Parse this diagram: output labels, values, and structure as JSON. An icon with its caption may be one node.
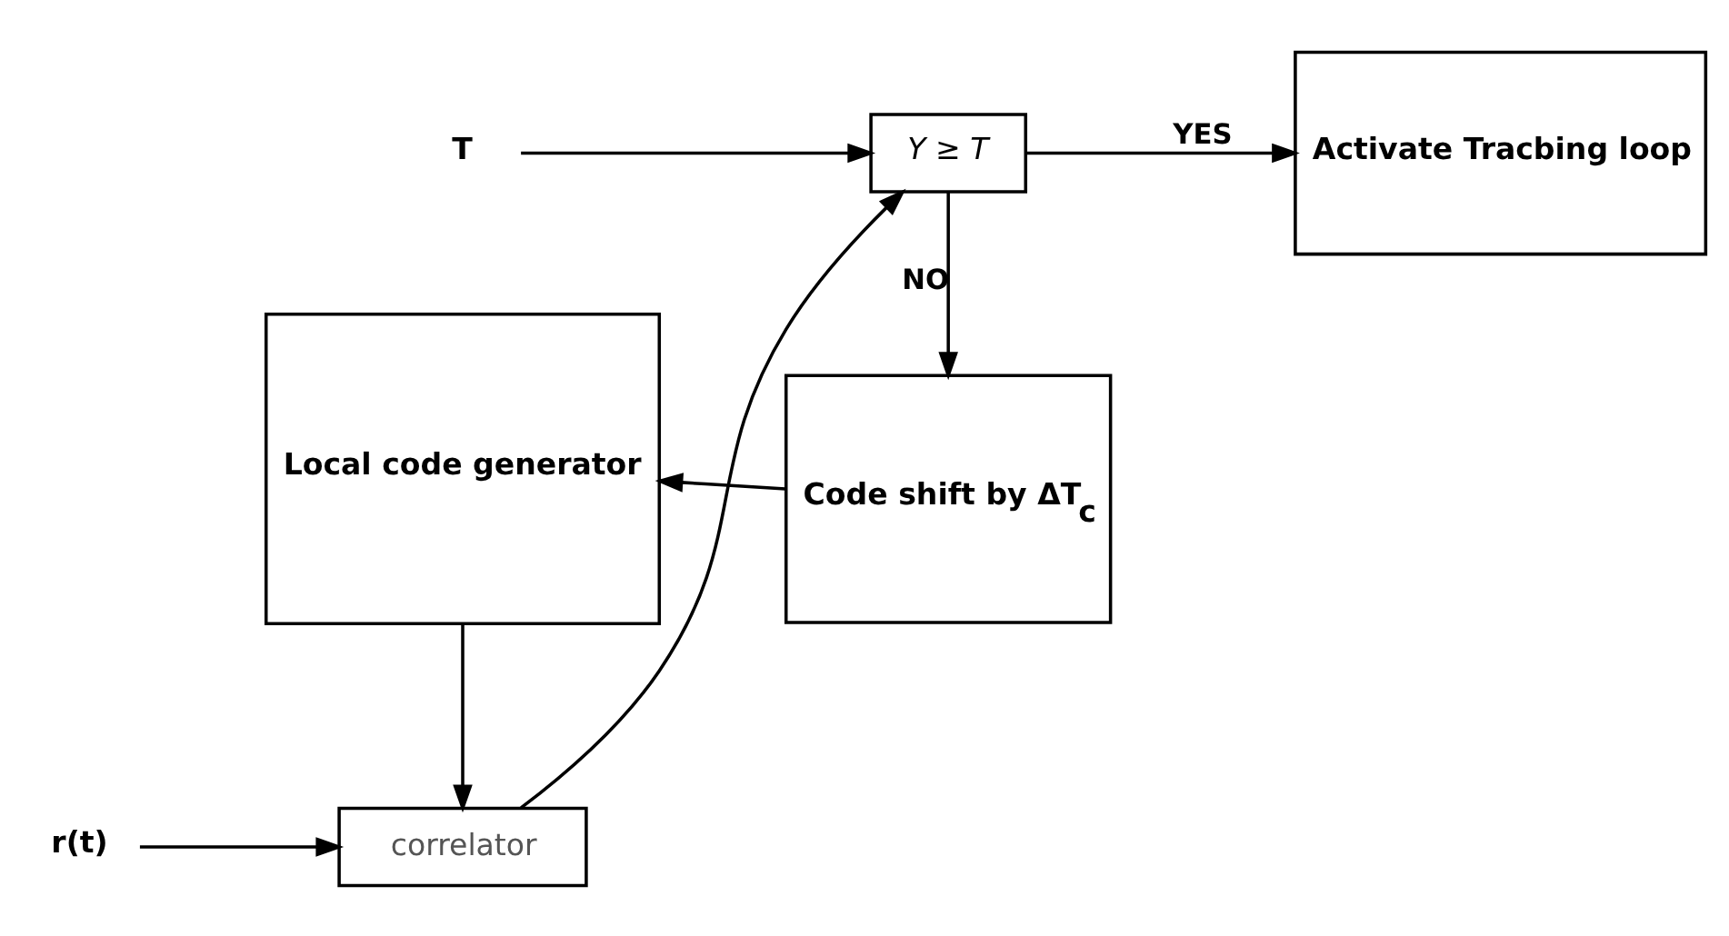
{
  "diagram": {
    "nodes": [
      {
        "text": [
          "r(t)"
        ]
      },
      {
        "text": [
          "correlator"
        ]
      },
      {
        "text": [
          "T"
        ]
      },
      {
        "text": [
          "Y ≥ T"
        ]
      },
      {
        "text": [
          "Activate Tracbing loop"
        ]
      },
      {
        "text": [
          "Code shift by ΔT$_{c}$"
        ]
      },
      {
        "text": [
          "Local code generator"
        ]
      }
    ],
    "edges": [
      {
        "from": 0,
        "to": 1,
        "arrow": "to"
      },
      {
        "from": 1,
        "to": 3,
        "arrow": "to"
      },
      {
        "from": 2,
        "to": 3,
        "arrow": "to"
      },
      {
        "from": 3,
        "to": 4,
        "arrow": "to",
        "label": "YES"
      },
      {
        "from": 3,
        "to": 5,
        "arrow": "to",
        "label": "NO"
      },
      {
        "from": 5,
        "to": 6,
        "arrow": "to"
      },
      {
        "from": 6,
        "to": 1,
        "arrow": "to"
      }
    ]
  }
}
